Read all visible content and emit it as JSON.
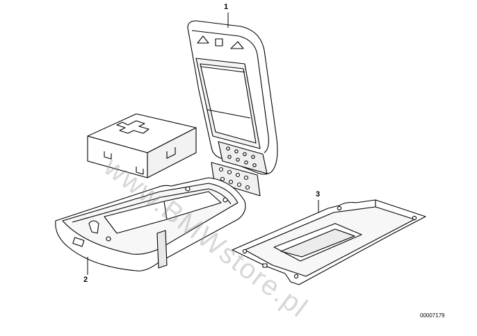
{
  "labels": {
    "part_1": "1",
    "part_2": "2",
    "part_3": "3"
  },
  "document_number": "00007179",
  "watermark": "www.BMWstore.pl",
  "colors": {
    "line": "#000000",
    "fill": "#ffffff",
    "shade": "#d8d8d8",
    "watermark": "#8c8c8c"
  }
}
